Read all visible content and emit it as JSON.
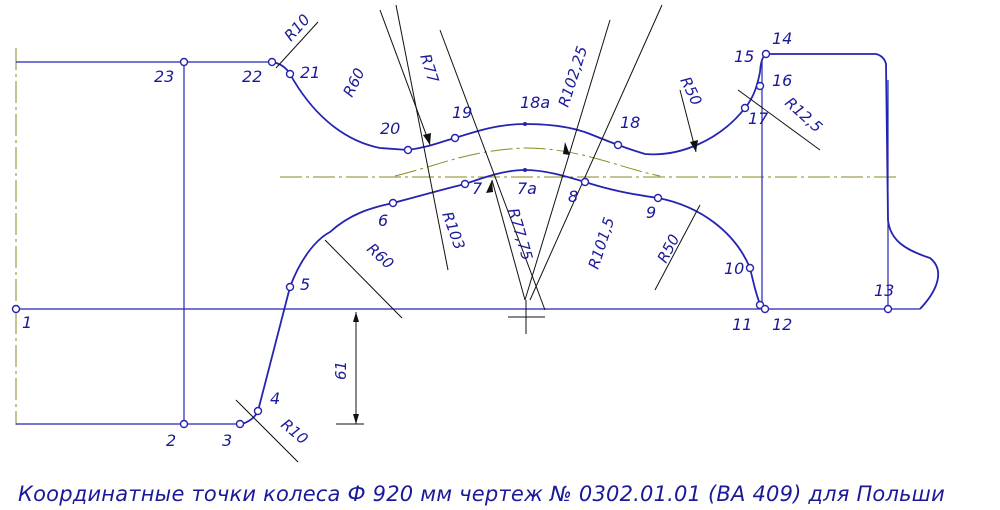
{
  "caption": "Координатные точки колеса Ф 920 мм чертеж № 0302.01.01 (ВА 409) для Польши",
  "points": {
    "p1": "1",
    "p2": "2",
    "p3": "3",
    "p4": "4",
    "p5": "5",
    "p6": "6",
    "p7": "7",
    "p7a": "7а",
    "p8": "8",
    "p9": "9",
    "p10": "10",
    "p11": "11",
    "p12": "12",
    "p13": "13",
    "p14": "14",
    "p15": "15",
    "p16": "16",
    "p17": "17",
    "p18": "18",
    "p18a": "18а",
    "p19": "19",
    "p20": "20",
    "p21": "21",
    "p22": "22",
    "p23": "23"
  },
  "dims": {
    "r10_top": "R10",
    "r60_top": "R60",
    "r77": "R77",
    "r102_25": "R102,25",
    "r50_top": "R50",
    "r12_5": "R12,5",
    "r103": "R103",
    "r77_75": "R77,75",
    "r101_5": "R101,5",
    "r50_bot": "R50",
    "r60_bot": "R60",
    "r10_bot": "R10",
    "d61": "61"
  },
  "colors": {
    "line": "#2424b0",
    "text": "#1a1a99",
    "centerline": "#8a8a22"
  }
}
